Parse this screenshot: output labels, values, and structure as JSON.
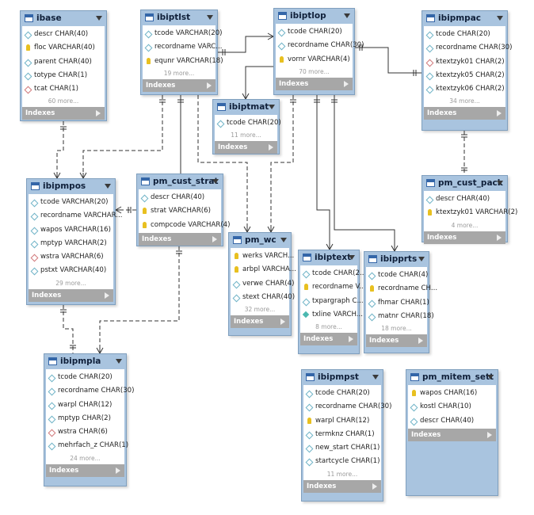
{
  "tables": [
    {
      "key": "ibase",
      "title": "ibase",
      "columns": [
        {
          "text": "descr CHAR(40)",
          "kind": "plain"
        },
        {
          "text": "floc VARCHAR(40)",
          "kind": "pk"
        },
        {
          "text": "parent CHAR(40)",
          "kind": "plain"
        },
        {
          "text": "totype CHAR(1)",
          "kind": "plain"
        },
        {
          "text": "tcat CHAR(1)",
          "kind": "fk"
        }
      ],
      "more": "60 more...",
      "indexes": "Indexes"
    },
    {
      "key": "ibiptlst",
      "title": "ibiptlst",
      "columns": [
        {
          "text": "tcode VARCHAR(20)",
          "kind": "plain"
        },
        {
          "text": "recordname VARC...",
          "kind": "plain"
        },
        {
          "text": "equnr VARCHAR(18)",
          "kind": "pk"
        }
      ],
      "more": "19 more...",
      "indexes": "Indexes"
    },
    {
      "key": "ibiptlop",
      "title": "ibiptlop",
      "columns": [
        {
          "text": "tcode CHAR(20)",
          "kind": "plain"
        },
        {
          "text": "recordname CHAR(30)",
          "kind": "plain"
        },
        {
          "text": "vornr VARCHAR(4)",
          "kind": "pk"
        }
      ],
      "more": "70 more...",
      "indexes": "Indexes"
    },
    {
      "key": "ibipmpac",
      "title": "ibipmpac",
      "columns": [
        {
          "text": "tcode CHAR(20)",
          "kind": "plain"
        },
        {
          "text": "recordname CHAR(30)",
          "kind": "plain"
        },
        {
          "text": "ktextzyk01 CHAR(2)",
          "kind": "fk"
        },
        {
          "text": "ktextzyk05 CHAR(2)",
          "kind": "plain"
        },
        {
          "text": "ktextzyk06 CHAR(2)",
          "kind": "plain"
        }
      ],
      "more": "34 more...",
      "indexes": "Indexes"
    },
    {
      "key": "ibiptmat",
      "title": "ibiptmat",
      "columns": [
        {
          "text": "tcode CHAR(20)",
          "kind": "plain"
        }
      ],
      "more": "11 more...",
      "indexes": "Indexes"
    },
    {
      "key": "ibipmpos",
      "title": "ibipmpos",
      "columns": [
        {
          "text": "tcode VARCHAR(20)",
          "kind": "plain"
        },
        {
          "text": "recordname VARCHAR...",
          "kind": "plain"
        },
        {
          "text": "wapos VARCHAR(16)",
          "kind": "plain"
        },
        {
          "text": "mptyp VARCHAR(2)",
          "kind": "plain"
        },
        {
          "text": "wstra VARCHAR(6)",
          "kind": "fk"
        },
        {
          "text": "pstxt VARCHAR(40)",
          "kind": "plain"
        }
      ],
      "more": "29 more...",
      "indexes": "Indexes"
    },
    {
      "key": "pm_cust_strat",
      "title": "pm_cust_strat",
      "columns": [
        {
          "text": "descr CHAR(40)",
          "kind": "plain"
        },
        {
          "text": "strat VARCHAR(6)",
          "kind": "pk"
        },
        {
          "text": "compcode VARCHAR(4)",
          "kind": "pk"
        }
      ],
      "more": "",
      "indexes": "Indexes"
    },
    {
      "key": "pm_cust_pack",
      "title": "pm_cust_pack",
      "columns": [
        {
          "text": "descr CHAR(40)",
          "kind": "plain"
        },
        {
          "text": "ktextzyk01 VARCHAR(2)",
          "kind": "pk"
        }
      ],
      "more": "4 more...",
      "indexes": "Indexes"
    },
    {
      "key": "pm_wc",
      "title": "pm_wc",
      "columns": [
        {
          "text": "werks VARCH...",
          "kind": "pk"
        },
        {
          "text": "arbpl VARCHA...",
          "kind": "pk"
        },
        {
          "text": "verwe CHAR(4)",
          "kind": "plain"
        },
        {
          "text": "stext CHAR(40)",
          "kind": "plain"
        }
      ],
      "more": "32 more...",
      "indexes": "Indexes"
    },
    {
      "key": "ibiptext",
      "title": "ibiptext",
      "columns": [
        {
          "text": "tcode CHAR(2...",
          "kind": "plain"
        },
        {
          "text": "recordname V...",
          "kind": "pk"
        },
        {
          "text": "txpargraph C...",
          "kind": "plain"
        },
        {
          "text": "txline VARCH...",
          "kind": "pkfk"
        }
      ],
      "more": "8 more...",
      "indexes": "Indexes"
    },
    {
      "key": "ibipprts",
      "title": "ibipprts",
      "columns": [
        {
          "text": "tcode CHAR(4)",
          "kind": "plain"
        },
        {
          "text": "recordname CH...",
          "kind": "pk"
        },
        {
          "text": "fhmar CHAR(1)",
          "kind": "plain"
        },
        {
          "text": "matnr CHAR(18)",
          "kind": "plain"
        }
      ],
      "more": "18 more...",
      "indexes": "Indexes"
    },
    {
      "key": "ibipmpla",
      "title": "ibipmpla",
      "columns": [
        {
          "text": "tcode CHAR(20)",
          "kind": "plain"
        },
        {
          "text": "recordname CHAR(30)",
          "kind": "plain"
        },
        {
          "text": "warpl CHAR(12)",
          "kind": "plain"
        },
        {
          "text": "mptyp CHAR(2)",
          "kind": "plain"
        },
        {
          "text": "wstra CHAR(6)",
          "kind": "fk"
        },
        {
          "text": "mehrfach_z CHAR(1)",
          "kind": "plain"
        }
      ],
      "more": "24 more...",
      "indexes": "Indexes"
    },
    {
      "key": "ibipmpst",
      "title": "ibipmpst",
      "columns": [
        {
          "text": "tcode CHAR(20)",
          "kind": "plain"
        },
        {
          "text": "recordname CHAR(30)",
          "kind": "plain"
        },
        {
          "text": "warpl CHAR(12)",
          "kind": "pk"
        },
        {
          "text": "termknz CHAR(1)",
          "kind": "plain"
        },
        {
          "text": "new_start CHAR(1)",
          "kind": "plain"
        },
        {
          "text": "startcycle CHAR(1)",
          "kind": "plain"
        }
      ],
      "more": "11 more...",
      "indexes": "Indexes"
    },
    {
      "key": "pm_mitem_sett",
      "title": "pm_mitem_sett",
      "columns": [
        {
          "text": "wapos CHAR(16)",
          "kind": "pk"
        },
        {
          "text": "kostl CHAR(10)",
          "kind": "plain"
        },
        {
          "text": "descr CHAR(40)",
          "kind": "plain"
        }
      ],
      "more": "",
      "indexes": "Indexes"
    }
  ]
}
